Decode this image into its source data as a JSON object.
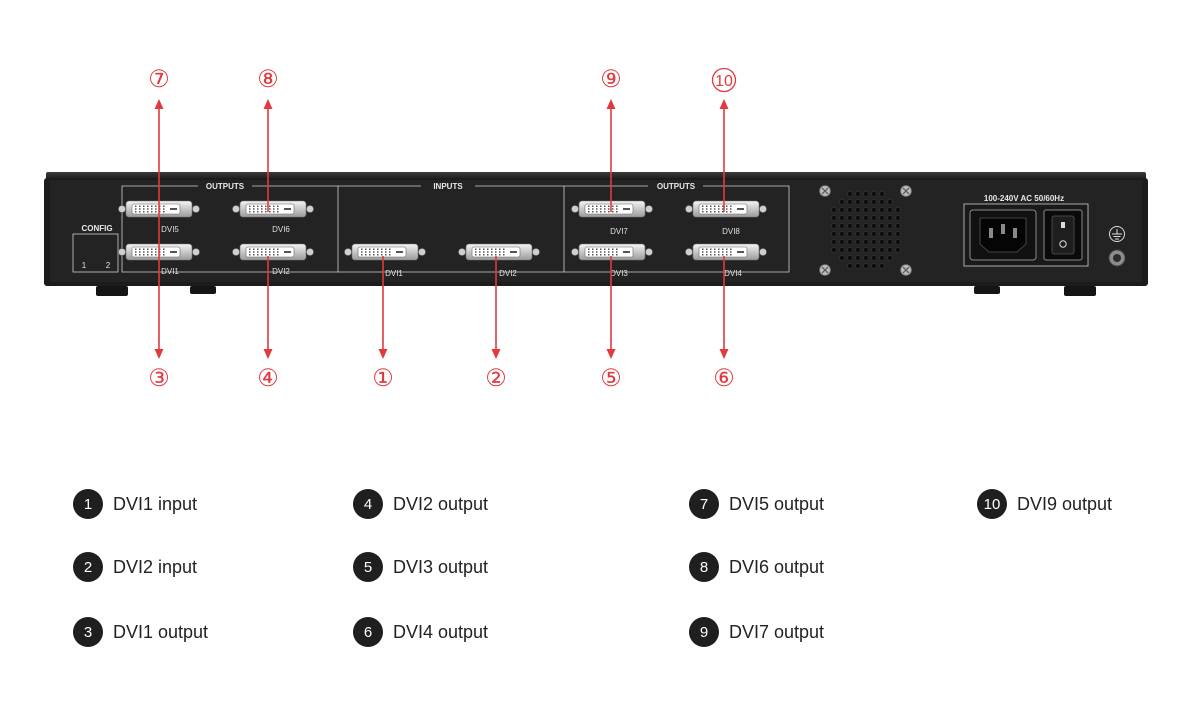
{
  "panel": {
    "config_label": "CONFIG",
    "config_port_1": "1",
    "config_port_2": "2",
    "outputs_left_label": "OUTPUTS",
    "inputs_label": "INPUTS",
    "outputs_right_label": "OUTPUTS",
    "power_label": "100-240V AC  50/60Hz",
    "ports": {
      "out_dvi5": "DVI5",
      "out_dvi6": "DVI6",
      "out_dvi1": "DVI1",
      "out_dvi2": "DVI2",
      "in_dvi1": "DVI1",
      "in_dvi2": "DVI2",
      "out_dvi7": "DVI7",
      "out_dvi8": "DVI8",
      "out_dvi3": "DVI3",
      "out_dvi4": "DVI4"
    },
    "colors": {
      "chassis": "#1a1a1a",
      "panel": "#242424",
      "silkscreen": "#e8e8e8",
      "callout": "#e03a3e"
    }
  },
  "callouts": {
    "c7": "⑦",
    "c8": "⑧",
    "c9": "⑨",
    "c10": "10",
    "c3": "③",
    "c4": "④",
    "c1": "①",
    "c2": "②",
    "c5": "⑤",
    "c6": "⑥"
  },
  "legend": [
    {
      "number": "1",
      "text": "DVI1 input"
    },
    {
      "number": "2",
      "text": "DVI2 input"
    },
    {
      "number": "3",
      "text": "DVI1 output"
    },
    {
      "number": "4",
      "text": "DVI2 output"
    },
    {
      "number": "5",
      "text": "DVI3 output"
    },
    {
      "number": "6",
      "text": "DVI4 output"
    },
    {
      "number": "7",
      "text": "DVI5 output"
    },
    {
      "number": "8",
      "text": "DVI6 output"
    },
    {
      "number": "9",
      "text": "DVI7 output"
    },
    {
      "number": "10",
      "text": "DVI9 output"
    }
  ]
}
